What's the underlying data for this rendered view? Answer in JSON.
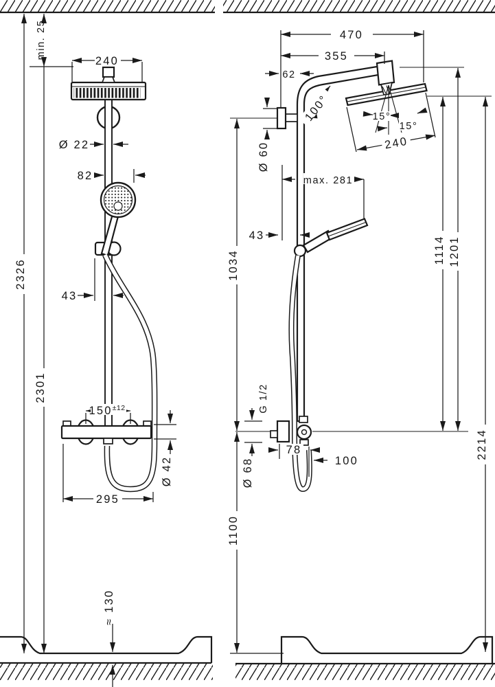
{
  "front_view": {
    "label_min_clearance": "min. 25",
    "label_head_width": "240",
    "label_pipe_diameter": "Ø 22",
    "label_handshower_offset": "82",
    "label_total_height": "2326",
    "label_rail_height": "2301",
    "label_holder_offset": "43",
    "label_valve_spacing": "150",
    "label_valve_spacing_tolerance": "±12",
    "label_valve_body_diameter": "Ø 42",
    "label_valve_width": "295",
    "label_tray_height": "≈ 130"
  },
  "side_view": {
    "label_total_reach": "470",
    "label_arm_reach": "355",
    "label_wall_clearance": "62",
    "label_arm_angle": "100°",
    "label_head_tilt_left": "15°",
    "label_head_tilt_right": "15°",
    "label_head_width": "240",
    "label_wall_plate_diameter": "Ø 60",
    "label_max_handshower_reach": "max. 281",
    "label_hose_clearance": "43",
    "label_rail_length": "1034",
    "label_thread_size": "G 1/2",
    "label_valve_plate_diameter": "Ø 68",
    "label_valve_depth": "78",
    "label_hose_loop_depth": "100",
    "label_valve_height": "1100",
    "label_head_above_valve": "1114",
    "label_arm_above_valve": "1201",
    "label_head_total_height": "2214"
  },
  "style": {
    "line_color": "#1a1a1a",
    "background": "#ffffff"
  }
}
